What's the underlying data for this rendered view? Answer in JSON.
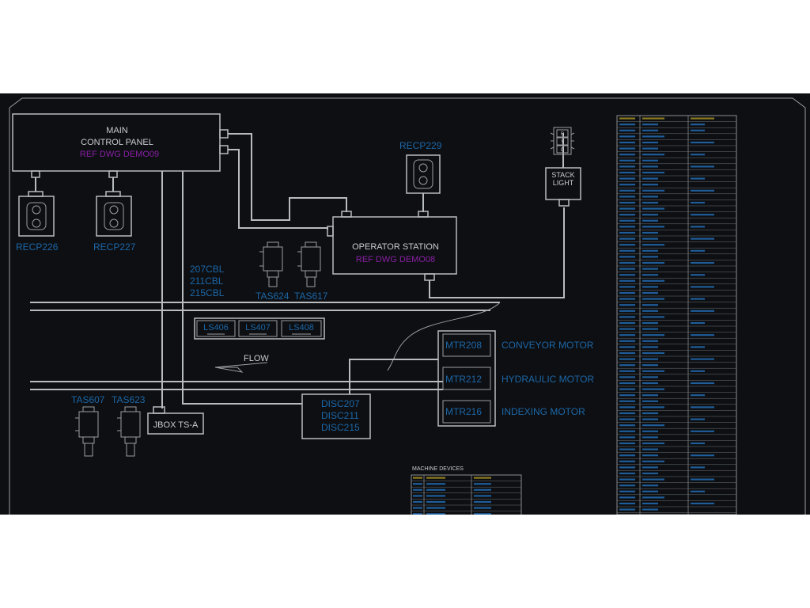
{
  "main_panel": {
    "line1": "MAIN",
    "line2": "CONTROL PANEL",
    "ref": "REF DWG DEMO09"
  },
  "operator_station": {
    "title": "OPERATOR STATION",
    "ref": "REF DWG DEMO08"
  },
  "stack_light": {
    "line1": "STACK",
    "line2": "LIGHT",
    "lamps": [
      "R",
      "Y",
      "G"
    ]
  },
  "receptacles": {
    "r226": "RECP226",
    "r227": "RECP227",
    "r229": "RECP229"
  },
  "cables": [
    "207CBL",
    "211CBL",
    "215CBL"
  ],
  "tas_top": {
    "a": "TAS624",
    "b": "TAS617"
  },
  "tas_bottom": {
    "a": "TAS607",
    "b": "TAS623"
  },
  "limit_switches": [
    "LS406",
    "LS407",
    "LS408"
  ],
  "flow_label": "FLOW",
  "jbox": "JBOX TS-A",
  "disconnects": [
    "DISC207",
    "DISC211",
    "DISC215"
  ],
  "motors": [
    {
      "id": "MTR208",
      "desc": "CONVEYOR MOTOR"
    },
    {
      "id": "MTR212",
      "desc": "HYDRAULIC MOTOR"
    },
    {
      "id": "MTR216",
      "desc": "INDEXING MOTOR"
    }
  ],
  "machine_devices_title": "MACHINE DEVICES",
  "colors": {
    "background": "#0d0f12",
    "line": "#b9bcbf",
    "blue_text": "#1d67a8",
    "magenta_text": "#8b1fa6",
    "header_text": "#b9a12a"
  }
}
